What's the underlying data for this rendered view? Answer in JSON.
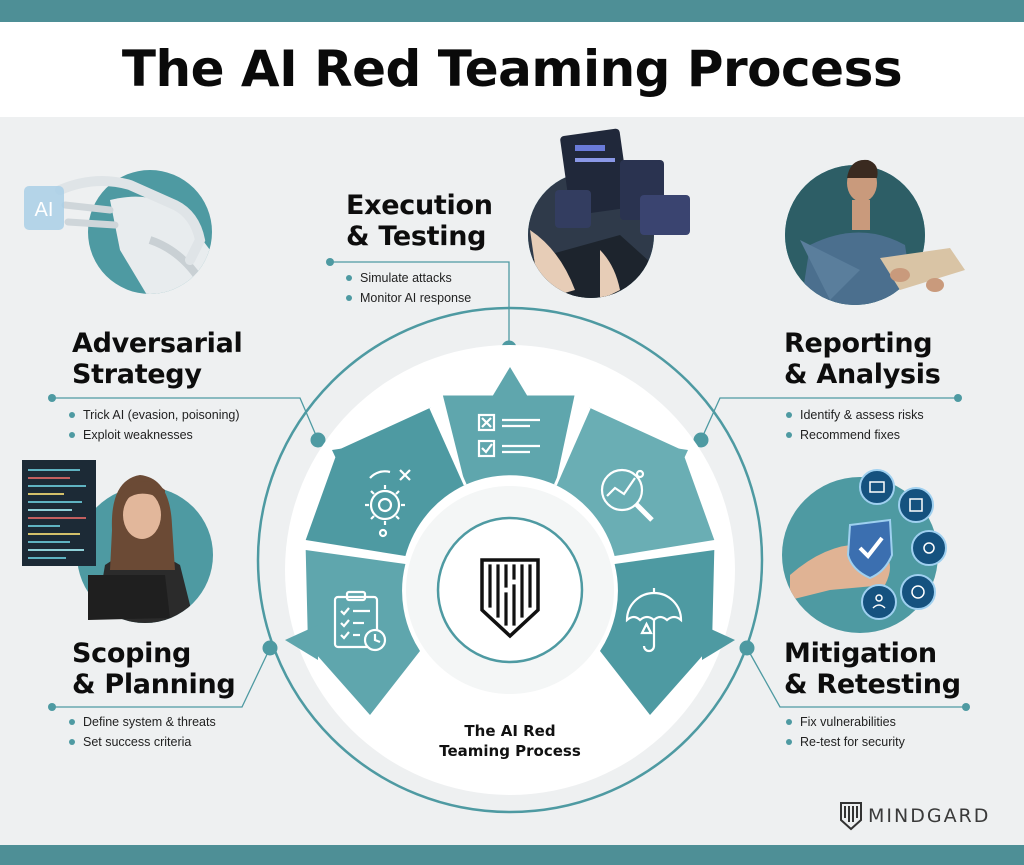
{
  "title": "The AI Red Teaming Process",
  "center_label": "The AI Red\nTeaming Process",
  "brand": "MINDGARD",
  "colors": {
    "teal": "#4e9aa2",
    "teal_dark": "#3e8087",
    "teal_light": "#8ec2c7",
    "background": "#eef0f1"
  },
  "steps": {
    "execution": {
      "title": "Execution\n& Testing",
      "bullets": [
        "Simulate attacks",
        "Monitor AI response"
      ],
      "icon": "checklist-icon"
    },
    "adversarial": {
      "title": "Adversarial\nStrategy",
      "bullets": [
        "Trick AI (evasion, poisoning)",
        "Exploit weaknesses"
      ],
      "icon": "gear-icon"
    },
    "reporting": {
      "title": "Reporting\n& Analysis",
      "bullets": [
        "Identify & assess risks",
        "Recommend fixes"
      ],
      "icon": "magnifier-chart-icon"
    },
    "scoping": {
      "title": "Scoping\n& Planning",
      "bullets": [
        "Define system & threats",
        "Set success criteria"
      ],
      "icon": "clipboard-clock-icon"
    },
    "mitigation": {
      "title": "Mitigation\n& Retesting",
      "bullets": [
        "Fix vulnerabilities",
        "Re-test for security"
      ],
      "icon": "umbrella-icon"
    }
  },
  "photos": {
    "ai_text": "AI"
  }
}
